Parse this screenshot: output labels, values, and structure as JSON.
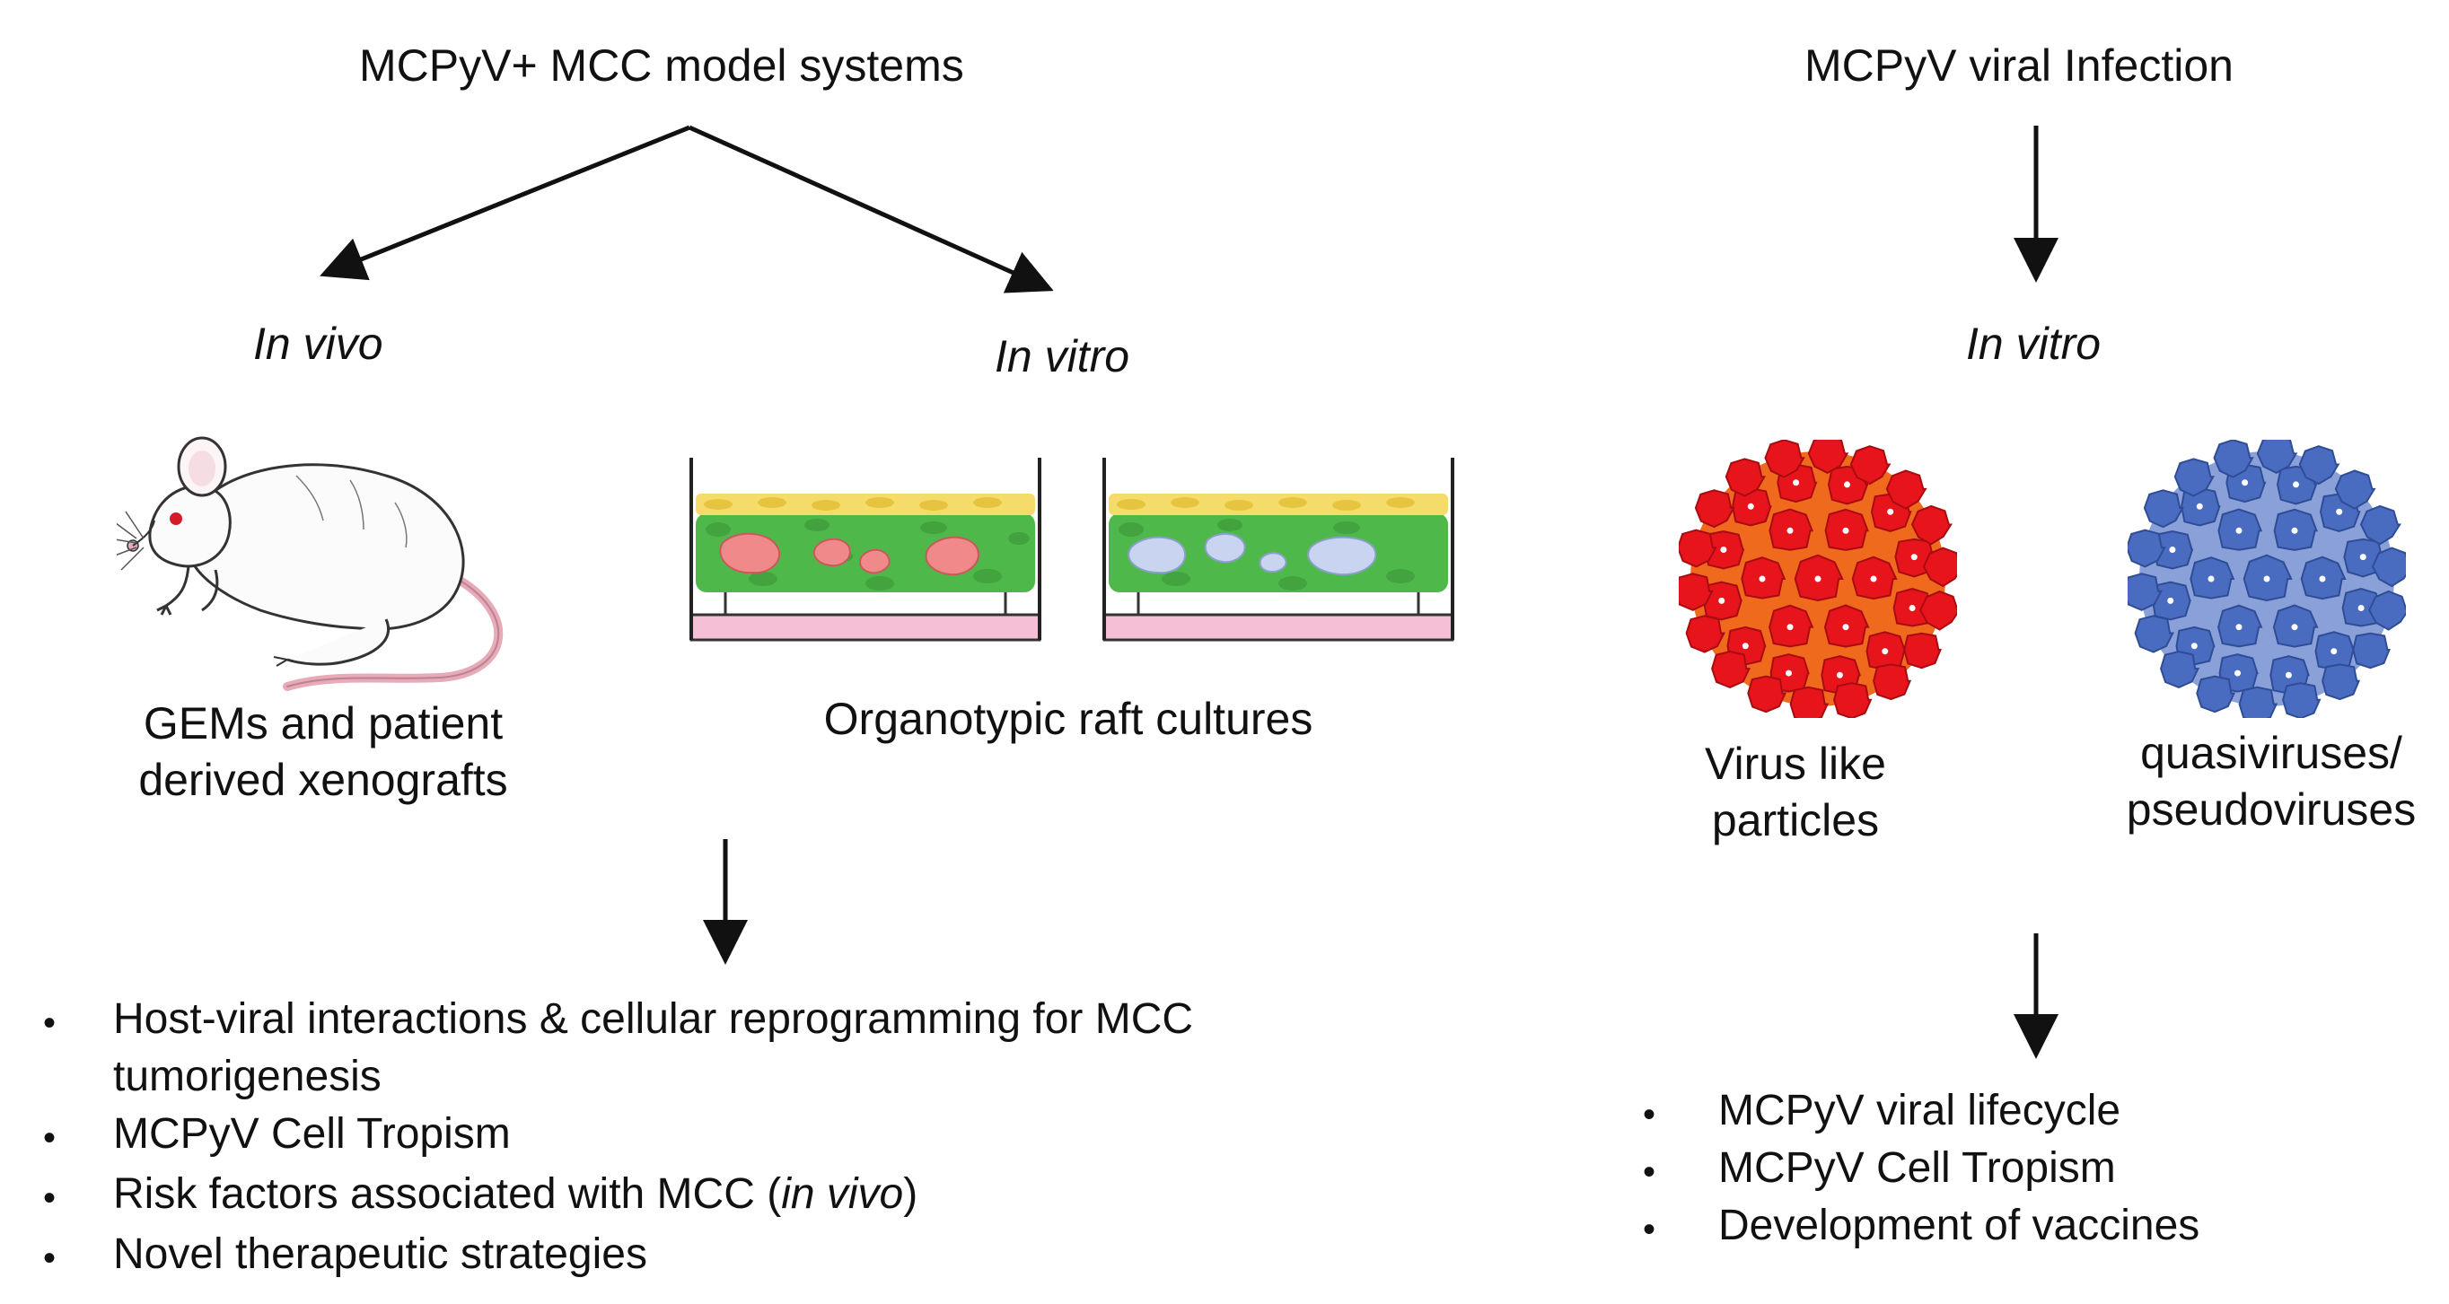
{
  "left_panel": {
    "title": "MCPyV+ MCC model systems",
    "in_vivo_label": "In vivo",
    "in_vitro_label": "In vitro",
    "mouse_caption_line1": "GEMs and patient",
    "mouse_caption_line2": "derived xenografts",
    "raft_caption": "Organotypic raft cultures",
    "bullets": [
      {
        "line1": "Host-viral interactions & cellular reprogramming for MCC",
        "line2": "tumorigenesis"
      },
      {
        "line1": "MCPyV Cell Tropism"
      },
      {
        "line1_prefix": "Risk factors associated with MCC (",
        "line1_italic": "in vivo",
        "line1_suffix": ")"
      },
      {
        "line1": "Novel therapeutic strategies"
      }
    ]
  },
  "right_panel": {
    "title": "MCPyV viral Infection",
    "in_vitro_label": "In vitro",
    "vlp_caption_line1": "Virus like",
    "vlp_caption_line2": "particles",
    "qv_caption_line1": "quasiviruses/",
    "qv_caption_line2": "pseudoviruses",
    "bullets": [
      "MCPyV viral lifecycle",
      "MCPyV Cell Tropism",
      "Development of vaccines"
    ]
  },
  "colors": {
    "vlp_red": "#e8141c",
    "vlp_orange": "#f06a1e",
    "qv_blue": "#4a6cc0",
    "qv_light": "#8aa0d8",
    "tumor_pink": "#f08a8a",
    "tumor_blue": "#c8d4f0",
    "cell_green": "#4fb84a",
    "cell_yellow": "#f5dc6a",
    "dish_pink": "#f5c0d6",
    "mouse_tail": "#e8a9b8",
    "mouse_eye": "#d21c28"
  }
}
